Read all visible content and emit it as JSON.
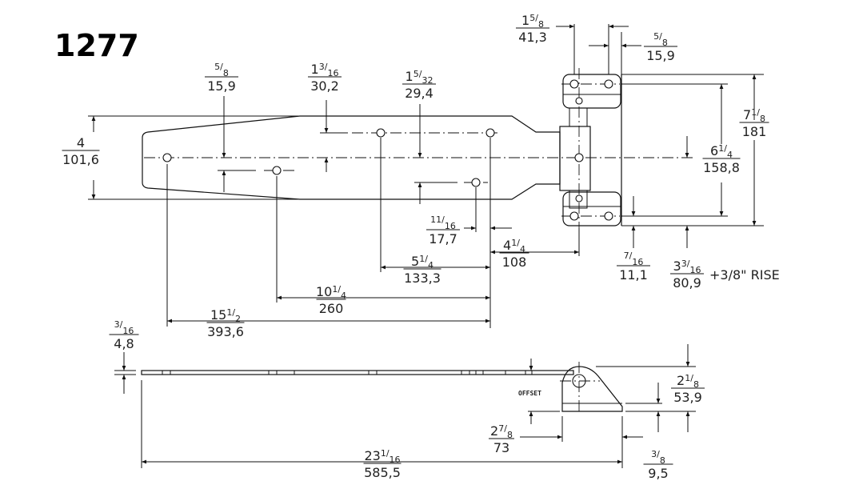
{
  "title": "1277",
  "dimensions": {
    "holes_top": {
      "inch_whole": "",
      "inch_frac_num": "5",
      "inch_frac_den": "8",
      "mm": "15,9"
    },
    "hole_row_upper": {
      "inch_whole": "1",
      "inch_frac_num": "3",
      "inch_frac_den": "16",
      "mm": "30,2"
    },
    "hole_row_lower": {
      "inch_whole": "1",
      "inch_frac_num": "5",
      "inch_frac_den": "32",
      "mm": "29,4"
    },
    "strap_width": {
      "inch": "4",
      "mm": "101,6"
    },
    "pin_offset": {
      "inch_whole": "",
      "inch_frac_num": "11",
      "inch_frac_den": "16",
      "mm": "17,7"
    },
    "hole_span_short": {
      "inch_whole": "5",
      "inch_frac_num": "1",
      "inch_frac_den": "4",
      "mm": "133,3"
    },
    "to_pivot": {
      "inch_whole": "4",
      "inch_frac_num": "1",
      "inch_frac_den": "4",
      "mm": "108"
    },
    "hole_span_mid": {
      "inch_whole": "10",
      "inch_frac_num": "1",
      "inch_frac_den": "4",
      "mm": "260"
    },
    "hole_span_long": {
      "inch_whole": "15",
      "inch_frac_num": "1",
      "inch_frac_den": "2",
      "mm": "393,6"
    },
    "mount_hole_left": {
      "inch_whole": "1",
      "inch_frac_num": "5",
      "inch_frac_den": "8",
      "mm": "41,3"
    },
    "mount_hole_right": {
      "inch_whole": "",
      "inch_frac_num": "5",
      "inch_frac_den": "8",
      "mm": "15,9"
    },
    "mount_height": {
      "inch_whole": "7",
      "inch_frac_num": "1",
      "inch_frac_den": "8",
      "mm": "181"
    },
    "mount_hole_span": {
      "inch_whole": "6",
      "inch_frac_num": "1",
      "inch_frac_den": "4",
      "mm": "158,8"
    },
    "mount_edge": {
      "inch_whole": "",
      "inch_frac_num": "7",
      "inch_frac_den": "16",
      "mm": "11,1"
    },
    "center_height": {
      "inch_whole": "3",
      "inch_frac_num": "3",
      "inch_frac_den": "16",
      "mm": "80,9",
      "note": "+3/8\" RISE"
    },
    "thickness": {
      "inch_whole": "",
      "inch_frac_num": "3",
      "inch_frac_den": "16",
      "mm": "4,8"
    },
    "offset_label": "OFFSET",
    "side_height": {
      "inch_whole": "2",
      "inch_frac_num": "1",
      "inch_frac_den": "8",
      "mm": "53,9"
    },
    "side_base": {
      "inch_whole": "2",
      "inch_frac_num": "7",
      "inch_frac_den": "8",
      "mm": "73"
    },
    "side_step": {
      "inch_whole": "",
      "inch_frac_num": "3",
      "inch_frac_den": "8",
      "mm": "9,5"
    },
    "overall_length": {
      "inch_whole": "23",
      "inch_frac_num": "1",
      "inch_frac_den": "16",
      "mm": "585,5"
    }
  }
}
